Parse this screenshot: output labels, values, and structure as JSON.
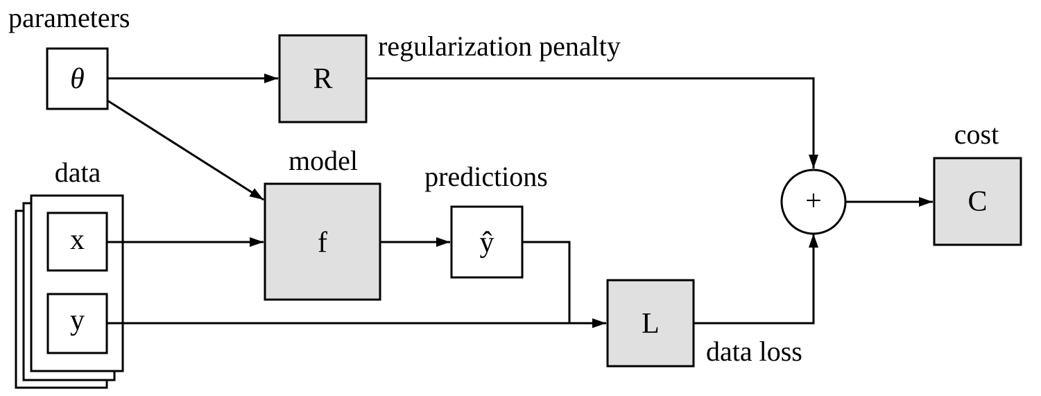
{
  "colors": {
    "operation_fill": "#e0e0e0",
    "value_fill": "#ffffff",
    "stroke": "#000000"
  },
  "labels": {
    "parameters": "parameters",
    "regularization_penalty": "regularization penalty",
    "data": "data",
    "model": "model",
    "predictions": "predictions",
    "cost": "cost",
    "data_loss": "data loss"
  },
  "nodes": {
    "theta": {
      "symbol": "θ",
      "kind": "value"
    },
    "regularizer": {
      "symbol": "R",
      "kind": "operation"
    },
    "x": {
      "symbol": "x",
      "kind": "value"
    },
    "y": {
      "symbol": "y",
      "kind": "value"
    },
    "model": {
      "symbol": "f",
      "kind": "operation"
    },
    "prediction": {
      "symbol": "ŷ",
      "kind": "value"
    },
    "loss": {
      "symbol": "L",
      "kind": "operation"
    },
    "sum": {
      "symbol": "+",
      "kind": "junction"
    },
    "cost": {
      "symbol": "C",
      "kind": "operation"
    }
  },
  "edges": [
    {
      "from": "theta",
      "to": "regularizer"
    },
    {
      "from": "theta",
      "to": "model"
    },
    {
      "from": "x",
      "to": "model"
    },
    {
      "from": "model",
      "to": "prediction"
    },
    {
      "from": "prediction",
      "to": "loss"
    },
    {
      "from": "y",
      "to": "loss"
    },
    {
      "from": "regularizer",
      "to": "sum"
    },
    {
      "from": "loss",
      "to": "sum"
    },
    {
      "from": "sum",
      "to": "cost"
    }
  ]
}
